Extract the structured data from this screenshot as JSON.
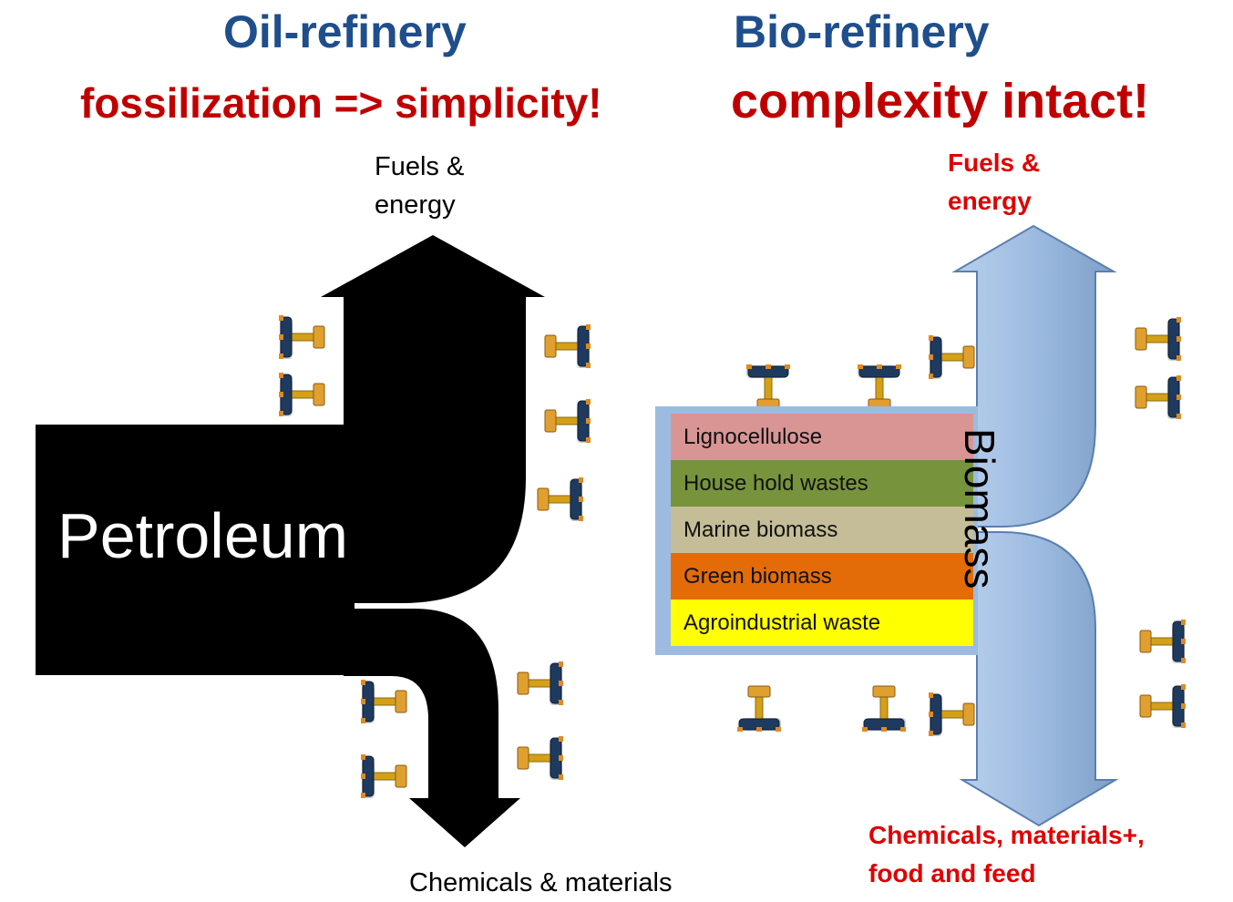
{
  "oil": {
    "title": "Oil-refinery",
    "subtitle": "fossilization => simplicity!",
    "top_output_line1": "Fuels &",
    "top_output_line2": "energy",
    "source_label": "Petroleum",
    "bottom_output": "Chemicals & materials",
    "arrow_color": "#000000"
  },
  "bio": {
    "title": "Bio-refinery",
    "subtitle": "complexity intact!",
    "top_output_line1": "Fuels &",
    "top_output_line2": "energy",
    "source_label": "Biomass",
    "bottom_output_line1": "Chemicals, materials+,",
    "bottom_output_line2": "food and feed",
    "arrow_color": "#9dbbe0",
    "categories": [
      {
        "label": "Lignocellulose",
        "color": "#d99594"
      },
      {
        "label": "House hold wastes",
        "color": "#77933c"
      },
      {
        "label": "Marine biomass",
        "color": "#c4bd97"
      },
      {
        "label": "Green biomass",
        "color": "#e36c09"
      },
      {
        "label": "Agroindustrial waste",
        "color": "#ffff00"
      }
    ]
  },
  "colors": {
    "title_blue": "#1f4e8c",
    "subtitle_red": "#c00000",
    "valve_wheel": "#1f3a5f",
    "valve_brass": "#d4a017"
  },
  "icons": [
    "valve-icon"
  ]
}
